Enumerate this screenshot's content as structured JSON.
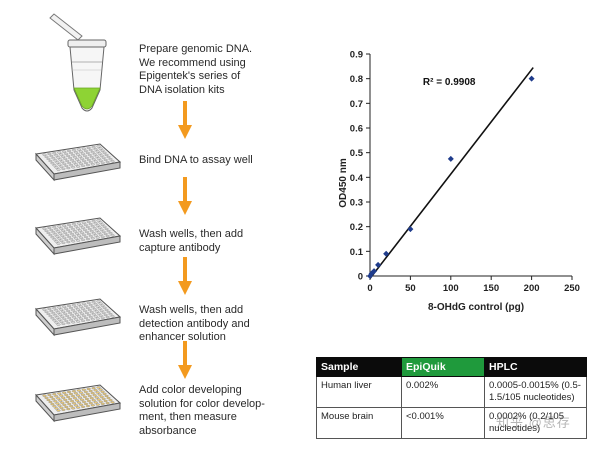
{
  "steps": [
    {
      "text": "Prepare genomic DNA.\nWe recommend using\nEpigentek's series of\nDNA isolation kits",
      "icon": "tube-icon"
    },
    {
      "text": "Bind DNA to assay well",
      "icon": "plate-icon"
    },
    {
      "text": "Wash wells, then add\ncapture antibody",
      "icon": "plate-icon"
    },
    {
      "text": "Wash wells, then add\ndetection antibody and\nenhancer solution",
      "icon": "plate-icon"
    },
    {
      "text": "Add color developing\nsolution for color develop-\nment, then measure\nabsorbance",
      "icon": "plate-yellow-icon"
    }
  ],
  "colors": {
    "arrow": "#f39a1f",
    "point": "#1f3c8c",
    "tube_liquid": "#8ed334",
    "plate_yellow": "#e9c979",
    "epiquik_header": "#1f9a3c"
  },
  "chart_data": {
    "type": "scatter",
    "xlabel": "8-OHdG control (pg)",
    "ylabel": "OD450 nm",
    "xlim": [
      0,
      250
    ],
    "ylim": [
      0,
      0.9
    ],
    "xticks": [
      0,
      50,
      100,
      150,
      200,
      250
    ],
    "yticks": [
      0,
      0.1,
      0.2,
      0.3,
      0.4,
      0.5,
      0.6,
      0.7,
      0.8,
      0.9
    ],
    "ytick_labels": [
      "0",
      "0.1",
      "0.2",
      "0.3",
      "0.4",
      "0.5",
      "0.6",
      "0.7",
      "0.8",
      "0.9"
    ],
    "x": [
      0,
      2,
      5,
      10,
      20,
      50,
      100,
      200
    ],
    "y": [
      0.0,
      0.01,
      0.02,
      0.045,
      0.09,
      0.19,
      0.475,
      0.8
    ],
    "annotation": "R² = 0.9908",
    "trendline": {
      "x": [
        0,
        202
      ],
      "y": [
        -0.01,
        0.845
      ]
    },
    "grid": false
  },
  "table": {
    "headers": [
      "Sample",
      "EpiQuik",
      "HPLC"
    ],
    "rows": [
      [
        "Human liver",
        "0.002%",
        "0.0005-0.0015% (0.5-1.5/105 nucleotides)"
      ],
      [
        "Mouse brain",
        "<0.001%",
        "0.0002% (0.2/105 nucleotides)"
      ]
    ]
  },
  "watermark": "知乎 @思存"
}
